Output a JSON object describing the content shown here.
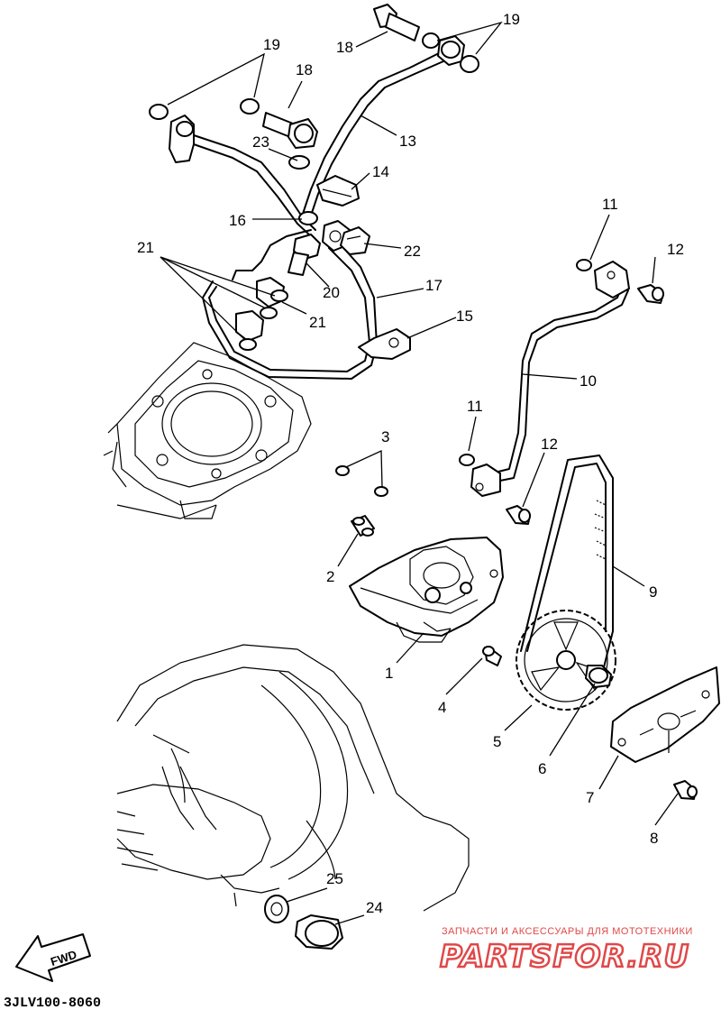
{
  "diagram": {
    "diagram_code": "3JLV100-8060",
    "direction_label": "FWD",
    "callouts": [
      "1",
      "2",
      "3",
      "4",
      "5",
      "6",
      "7",
      "8",
      "9",
      "10",
      "11",
      "11",
      "12",
      "12",
      "13",
      "14",
      "15",
      "16",
      "17",
      "18",
      "18",
      "19",
      "19",
      "20",
      "21",
      "21",
      "22",
      "23",
      "24",
      "25"
    ]
  },
  "watermark": {
    "tagline": "ЗАПЧАСТИ И АКСЕССУАРЫ ДЛЯ МОТОТЕХНИКИ",
    "brand": "PARTSFOR.RU",
    "color": "#e04848"
  }
}
